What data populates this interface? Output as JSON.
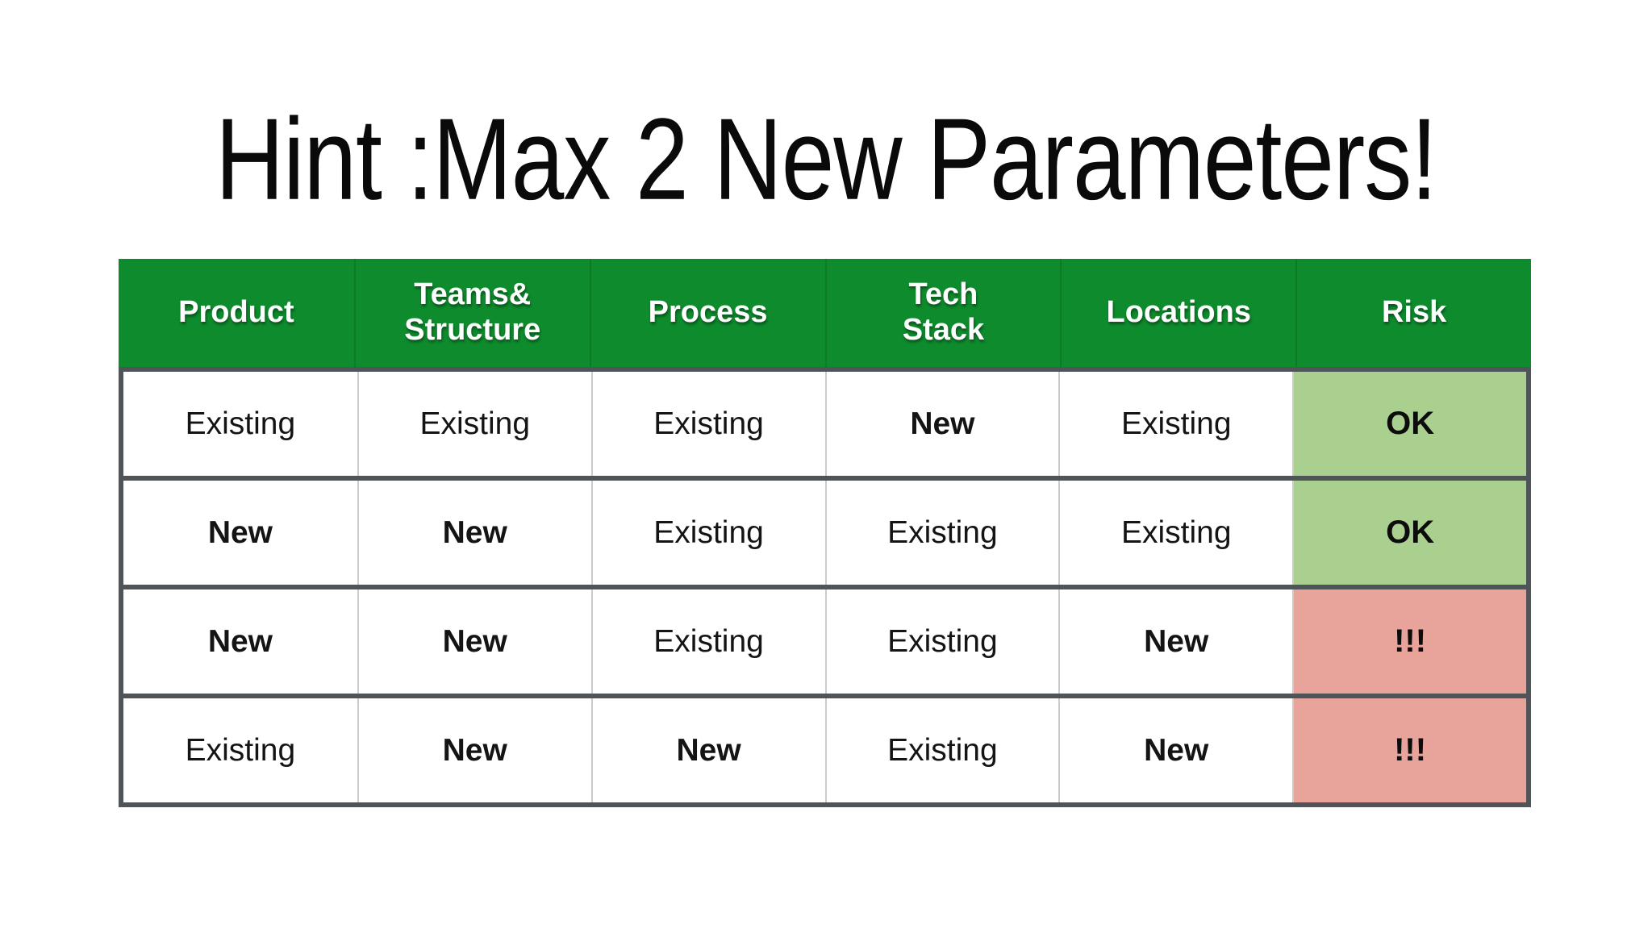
{
  "title": "Hint :Max 2 New Parameters!",
  "colors": {
    "header_green": "#0E8C2D",
    "risk_ok_green": "#A9D08E",
    "risk_alert_red": "#E8A49A",
    "border_dark": "#4F5458",
    "cell_divider_gray": "#CCCCCC"
  },
  "table": {
    "columns": [
      {
        "lines": [
          "Product"
        ]
      },
      {
        "lines": [
          "Teams&",
          "Structure"
        ]
      },
      {
        "lines": [
          "Process"
        ]
      },
      {
        "lines": [
          "Tech",
          "Stack"
        ]
      },
      {
        "lines": [
          "Locations"
        ]
      },
      {
        "lines": [
          "Risk"
        ]
      }
    ],
    "rows": [
      {
        "cells": [
          {
            "text": "Existing",
            "emphasis": "regular"
          },
          {
            "text": "Existing",
            "emphasis": "regular"
          },
          {
            "text": "Existing",
            "emphasis": "regular"
          },
          {
            "text": "New",
            "emphasis": "bold"
          },
          {
            "text": "Existing",
            "emphasis": "regular"
          },
          {
            "text": "OK",
            "status": "ok"
          }
        ]
      },
      {
        "cells": [
          {
            "text": "New",
            "emphasis": "bold"
          },
          {
            "text": "New",
            "emphasis": "bold"
          },
          {
            "text": "Existing",
            "emphasis": "regular"
          },
          {
            "text": "Existing",
            "emphasis": "regular"
          },
          {
            "text": "Existing",
            "emphasis": "regular"
          },
          {
            "text": "OK",
            "status": "ok"
          }
        ]
      },
      {
        "cells": [
          {
            "text": "New",
            "emphasis": "bold"
          },
          {
            "text": "New",
            "emphasis": "bold"
          },
          {
            "text": "Existing",
            "emphasis": "regular"
          },
          {
            "text": "Existing",
            "emphasis": "regular"
          },
          {
            "text": "New",
            "emphasis": "bold"
          },
          {
            "text": "!!!",
            "status": "alert"
          }
        ]
      },
      {
        "cells": [
          {
            "text": "Existing",
            "emphasis": "regular"
          },
          {
            "text": "New",
            "emphasis": "bold"
          },
          {
            "text": "New",
            "emphasis": "bold"
          },
          {
            "text": "Existing",
            "emphasis": "regular"
          },
          {
            "text": "New",
            "emphasis": "bold"
          },
          {
            "text": "!!!",
            "status": "alert"
          }
        ]
      }
    ]
  }
}
